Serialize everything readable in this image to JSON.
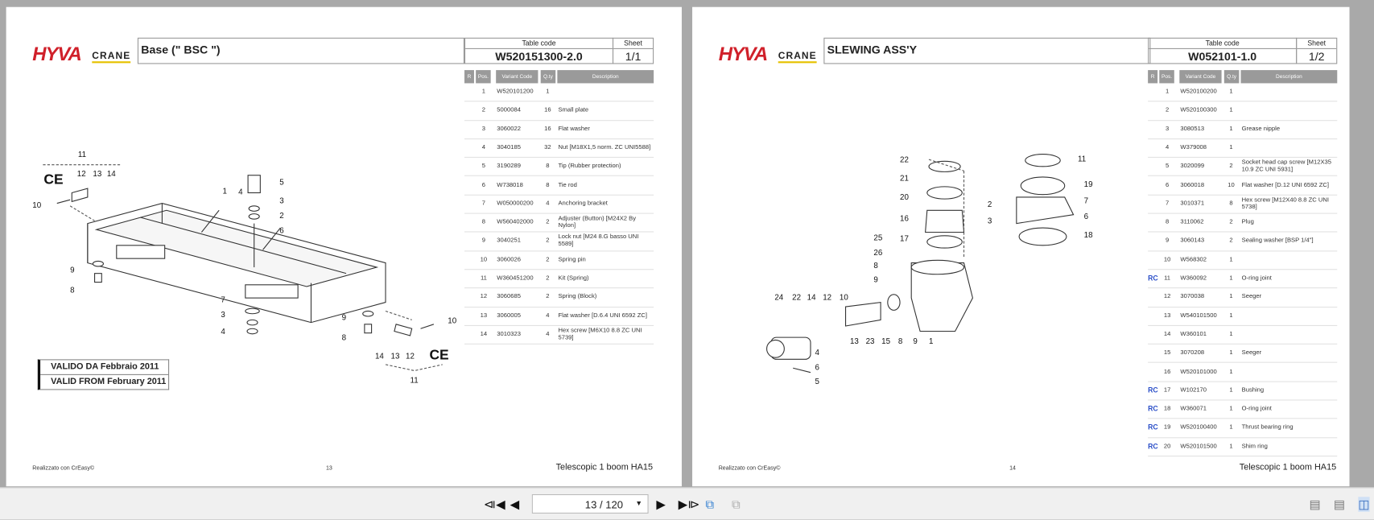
{
  "viewer": {
    "page_indicator": "13 / 120",
    "icons": [
      "first-page-icon",
      "previous-page-icon",
      "next-page-icon",
      "last-page-icon",
      "fit-width-icon",
      "fit-page-icon",
      "single-page-view-icon",
      "continuous-view-icon",
      "two-page-view-icon"
    ]
  },
  "brand": {
    "logo_text": "HYVA",
    "logo_sub": "CRANE",
    "logo_color": "#d0202a"
  },
  "columns": {
    "r": "R",
    "pos": "Pos.",
    "variant": "Variant Code",
    "qty": "Q.ty",
    "desc": "Description"
  },
  "left": {
    "title": "Base (\" BSC \")",
    "table_code_label": "Table code",
    "table_code": "W520151300-2.0",
    "sheet_label": "Sheet",
    "sheet": "1/1",
    "rows": [
      {
        "r": "",
        "pos": "1",
        "code": "W520101200",
        "qty": "1",
        "desc": ""
      },
      {
        "r": "",
        "pos": "2",
        "code": "5000084",
        "qty": "16",
        "desc": "Small plate"
      },
      {
        "r": "",
        "pos": "3",
        "code": "3060022",
        "qty": "16",
        "desc": "Flat washer"
      },
      {
        "r": "",
        "pos": "4",
        "code": "3040185",
        "qty": "32",
        "desc": "Nut  [M18X1,5 norm. ZC UNI5588]"
      },
      {
        "r": "",
        "pos": "5",
        "code": "3190289",
        "qty": "8",
        "desc": "Tip (Rubber protection)"
      },
      {
        "r": "",
        "pos": "6",
        "code": "W738018",
        "qty": "8",
        "desc": "Tie rod"
      },
      {
        "r": "",
        "pos": "7",
        "code": "W050000200",
        "qty": "4",
        "desc": "Anchoring bracket"
      },
      {
        "r": "",
        "pos": "8",
        "code": "W560402000",
        "qty": "2",
        "desc": "Adjuster (Button)  [M24X2 By Nylon]"
      },
      {
        "r": "",
        "pos": "9",
        "code": "3040251",
        "qty": "2",
        "desc": "Lock nut  [M24 8.G basso UNI 5589]"
      },
      {
        "r": "",
        "pos": "10",
        "code": "3060026",
        "qty": "2",
        "desc": "Spring pin"
      },
      {
        "r": "",
        "pos": "11",
        "code": "W360451200",
        "qty": "2",
        "desc": "Kit (Spring)"
      },
      {
        "r": "",
        "pos": "12",
        "code": "3060685",
        "qty": "2",
        "desc": "Spring (Block)"
      },
      {
        "r": "",
        "pos": "13",
        "code": "3060005",
        "qty": "4",
        "desc": "Flat washer  [D.6.4 UNI 6592 ZC]"
      },
      {
        "r": "",
        "pos": "14",
        "code": "3010323",
        "qty": "4",
        "desc": "Hex screw  [M6X10 8.8 ZC UNI 5739]"
      }
    ],
    "valid_it": "VALIDO DA Febbraio 2011",
    "valid_en": "VALID FROM February 2011",
    "ce_mark": "CE",
    "callouts": [
      "11",
      "12",
      "13",
      "14",
      "10",
      "1",
      "5",
      "4",
      "3",
      "2",
      "6",
      "9",
      "8",
      "7",
      "3",
      "4",
      "9",
      "8",
      "10",
      "14",
      "13",
      "12",
      "11"
    ],
    "footer_credit": "Realizzato con CrEasy©",
    "page_number": "13",
    "footer_model": "Telescopic 1 boom HA15"
  },
  "right": {
    "title": "SLEWING ASS'Y",
    "table_code_label": "Table code",
    "table_code": "W052101-1.0",
    "sheet_label": "Sheet",
    "sheet": "1/2",
    "rows": [
      {
        "r": "",
        "pos": "1",
        "code": "W520100200",
        "qty": "1",
        "desc": ""
      },
      {
        "r": "",
        "pos": "2",
        "code": "W520100300",
        "qty": "1",
        "desc": ""
      },
      {
        "r": "",
        "pos": "3",
        "code": "3080513",
        "qty": "1",
        "desc": "Grease nipple"
      },
      {
        "r": "",
        "pos": "4",
        "code": "W379008",
        "qty": "1",
        "desc": ""
      },
      {
        "r": "",
        "pos": "5",
        "code": "3020099",
        "qty": "2",
        "desc": "Socket head cap screw [M12X35 10.9 ZC UNI 5931]"
      },
      {
        "r": "",
        "pos": "6",
        "code": "3060018",
        "qty": "10",
        "desc": "Flat washer  [D.12 UNI 6592 ZC]"
      },
      {
        "r": "",
        "pos": "7",
        "code": "3010371",
        "qty": "8",
        "desc": "Hex screw  [M12X40 8.8 ZC UNI 5738]"
      },
      {
        "r": "",
        "pos": "8",
        "code": "3110062",
        "qty": "2",
        "desc": "Plug"
      },
      {
        "r": "",
        "pos": "9",
        "code": "3060143",
        "qty": "2",
        "desc": "Sealing washer  [BSP 1/4\"]"
      },
      {
        "r": "",
        "pos": "10",
        "code": "W568302",
        "qty": "1",
        "desc": ""
      },
      {
        "r": "RC",
        "pos": "11",
        "code": "W360092",
        "qty": "1",
        "desc": "O-ring joint"
      },
      {
        "r": "",
        "pos": "12",
        "code": "3070038",
        "qty": "1",
        "desc": "Seeger"
      },
      {
        "r": "",
        "pos": "13",
        "code": "W540101500",
        "qty": "1",
        "desc": ""
      },
      {
        "r": "",
        "pos": "14",
        "code": "W360101",
        "qty": "1",
        "desc": ""
      },
      {
        "r": "",
        "pos": "15",
        "code": "3070208",
        "qty": "1",
        "desc": "Seeger"
      },
      {
        "r": "",
        "pos": "16",
        "code": "W520101000",
        "qty": "1",
        "desc": ""
      },
      {
        "r": "RC",
        "pos": "17",
        "code": "W102170",
        "qty": "1",
        "desc": "Bushing"
      },
      {
        "r": "RC",
        "pos": "18",
        "code": "W360071",
        "qty": "1",
        "desc": "O-ring joint"
      },
      {
        "r": "RC",
        "pos": "19",
        "code": "W520100400",
        "qty": "1",
        "desc": "Thrust bearing ring"
      },
      {
        "r": "RC",
        "pos": "20",
        "code": "W520101500",
        "qty": "1",
        "desc": "Shim ring"
      }
    ],
    "callouts": [
      "22",
      "21",
      "20",
      "16",
      "17",
      "25",
      "26",
      "8",
      "9",
      "11",
      "19",
      "2",
      "7",
      "3",
      "6",
      "18",
      "24",
      "22",
      "14",
      "12",
      "10",
      "13",
      "23",
      "15",
      "8",
      "9",
      "1",
      "4",
      "6",
      "5"
    ],
    "footer_credit": "Realizzato con CrEasy©",
    "page_number": "14",
    "footer_model": "Telescopic 1 boom HA15"
  }
}
